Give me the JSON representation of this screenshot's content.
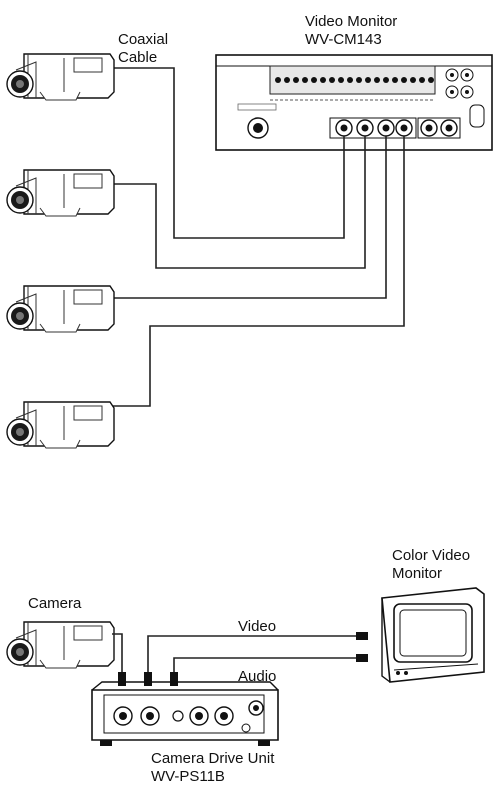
{
  "labels": {
    "coaxial_cable_line1": "Coaxial",
    "coaxial_cable_line2": "Cable",
    "video_monitor_line1": "Video Monitor",
    "video_monitor_line2": "WV-CM143",
    "camera": "Camera",
    "color_monitor_line1": "Color Video",
    "color_monitor_line2": "Monitor",
    "video": "Video",
    "audio": "Audio",
    "drive_unit_line1": "Camera Drive Unit",
    "drive_unit_line2": "WV-PS11B"
  },
  "icons": {
    "camera": "cctv-camera-icon",
    "monitor": "video-monitor-icon",
    "tv": "crt-monitor-icon",
    "drive_unit": "camera-drive-unit-icon"
  }
}
